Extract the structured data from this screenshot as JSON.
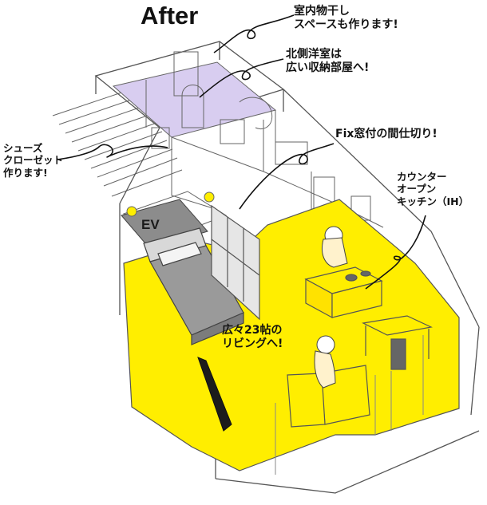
{
  "title": "After",
  "annotations": {
    "drying_space": [
      "室内物干し",
      "スペースも作ります!"
    ],
    "north_room": [
      "北側洋室は",
      "広い収納部屋へ!"
    ],
    "fix_window": [
      "Fix窓付の間仕切り!"
    ],
    "shoe_closet": [
      "シューズ",
      "クローゼット",
      "作ります!"
    ],
    "kitchen": [
      "カウンター",
      "オープン",
      "キッチン（IH）"
    ],
    "living": [
      "広々23帖の",
      "リビングへ!"
    ]
  },
  "ev_label": "EV",
  "colors": {
    "living_floor": "#ffee00",
    "storage_floor": "#d8cdf0",
    "line": "#555555",
    "bed": "#9a9a9a",
    "ev_floor": "#8c8c8c"
  }
}
